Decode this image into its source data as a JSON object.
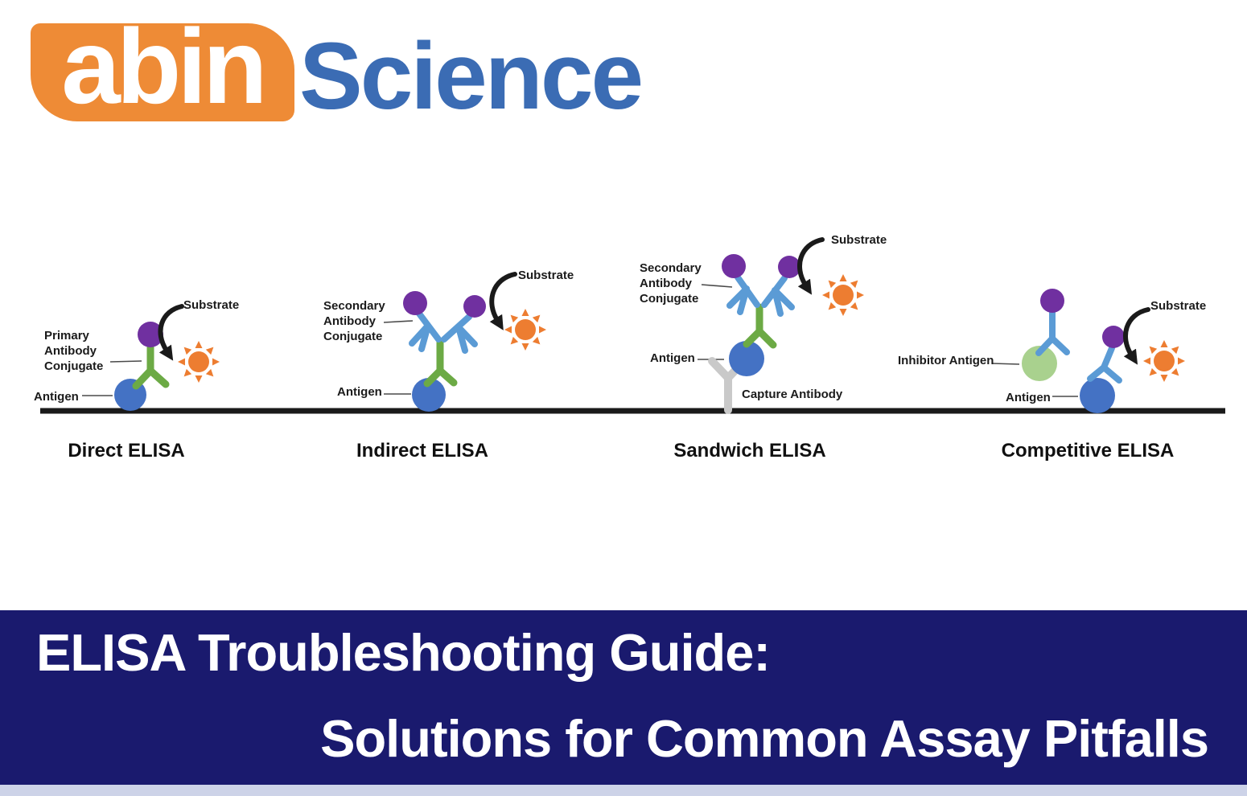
{
  "logo": {
    "wordmark": "abin",
    "suffix": "Science"
  },
  "colors": {
    "logoOrange": "#EE8B36",
    "scienceBlue": "#3B6CB4",
    "navy": "#1A1A6E",
    "strip": "#CDD3E8",
    "ink": "#1A1A1A",
    "purple": "#7030A0",
    "green": "#6CAA45",
    "lightBlue": "#5B9BD5",
    "blue": "#4472C4",
    "lightGreen": "#A9D18E",
    "gray": "#C9C9C9",
    "orange": "#ED7D31",
    "white": "#FFFFFF"
  },
  "diagrams": [
    {
      "title": "Direct ELISA",
      "substrate": "Substrate",
      "conjugate": [
        "Primary",
        "Antibody",
        "Conjugate"
      ],
      "antigen": "Antigen"
    },
    {
      "title": "Indirect ELISA",
      "substrate": "Substrate",
      "conjugate": [
        "Secondary",
        "Antibody",
        "Conjugate"
      ],
      "antigen": "Antigen"
    },
    {
      "title": "Sandwich ELISA",
      "substrate": "Substrate",
      "conjugate": [
        "Secondary",
        "Antibody",
        "Conjugate"
      ],
      "antigen": "Antigen",
      "capture": "Capture Antibody"
    },
    {
      "title": "Competitive ELISA",
      "substrate": "Substrate",
      "inhibitor": "Inhibitor Antigen",
      "antigen": "Antigen"
    }
  ],
  "banner": {
    "line1": "ELISA Troubleshooting Guide:",
    "line2": "Solutions for Common Assay Pitfalls"
  }
}
